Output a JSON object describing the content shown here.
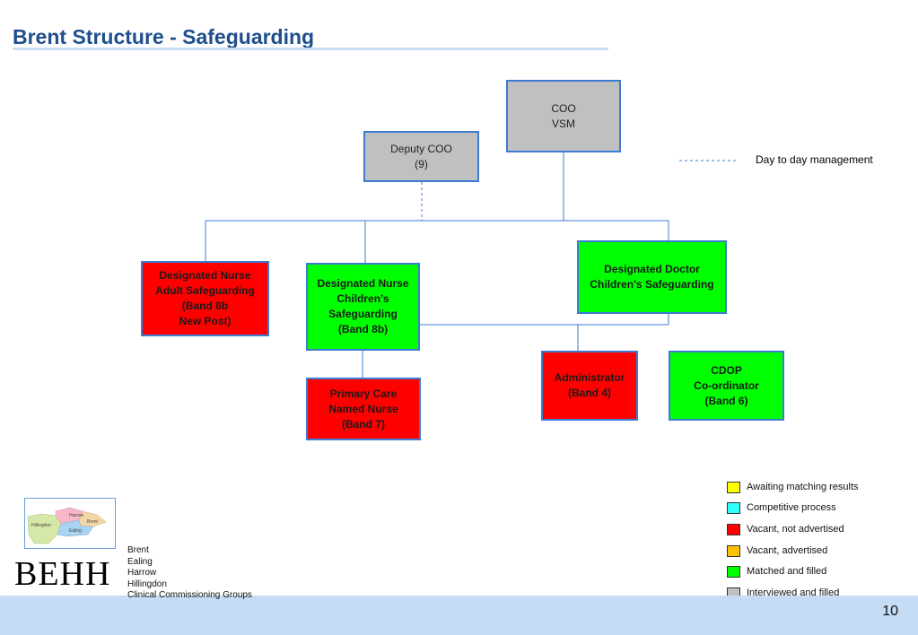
{
  "page": {
    "title": "Brent Structure - Safeguarding",
    "page_number": "10"
  },
  "chart": {
    "nodes": {
      "coo": {
        "lines": [
          "COO",
          "VSM"
        ],
        "status": "Interviewed and filled"
      },
      "deputy_coo": {
        "lines": [
          "Deputy COO",
          "(9)"
        ],
        "status": "Interviewed and filled"
      },
      "nurse_adult": {
        "lines": [
          "Designated Nurse",
          "Adult Safeguarding",
          "(Band 8b",
          "New Post)"
        ],
        "status": "Vacant, not advertised"
      },
      "nurse_children": {
        "lines": [
          "Designated Nurse",
          "Children’s",
          "Safeguarding",
          "(Band 8b)"
        ],
        "status": "Matched and filled"
      },
      "doctor_children": {
        "lines": [
          "Designated Doctor",
          "Children’s Safeguarding"
        ],
        "status": "Matched and filled"
      },
      "primary_care": {
        "lines": [
          "Primary Care",
          "Named Nurse",
          "(Band 7)"
        ],
        "status": "Vacant, not advertised"
      },
      "administrator": {
        "lines": [
          "Administrator",
          "(Band 4)"
        ],
        "status": "Vacant, not advertised"
      },
      "cdop": {
        "lines": [
          "CDOP",
          "Co-ordinator",
          "(Band 6)"
        ],
        "status": "Matched and filled"
      }
    },
    "dashed_key_label": "Day to day management"
  },
  "legend": [
    {
      "label": "Awaiting matching results",
      "color": "#ffff00"
    },
    {
      "label": "Competitive process",
      "color": "#33ffff"
    },
    {
      "label": "Vacant, not advertised",
      "color": "#ff0000"
    },
    {
      "label": "Vacant, advertised",
      "color": "#ffc000"
    },
    {
      "label": "Matched and filled",
      "color": "#00ff00"
    },
    {
      "label": "Interviewed and filled",
      "color": "#c0c0c0"
    }
  ],
  "logo": {
    "wordmark": "BEHH",
    "map_labels": [
      "Harrow",
      "Brent",
      "Hillingdon",
      "Ealing"
    ],
    "ccg_lines": [
      "Brent",
      "Ealing",
      "Harrow",
      "Hillingdon",
      "Clinical Commissioning Groups"
    ]
  }
}
